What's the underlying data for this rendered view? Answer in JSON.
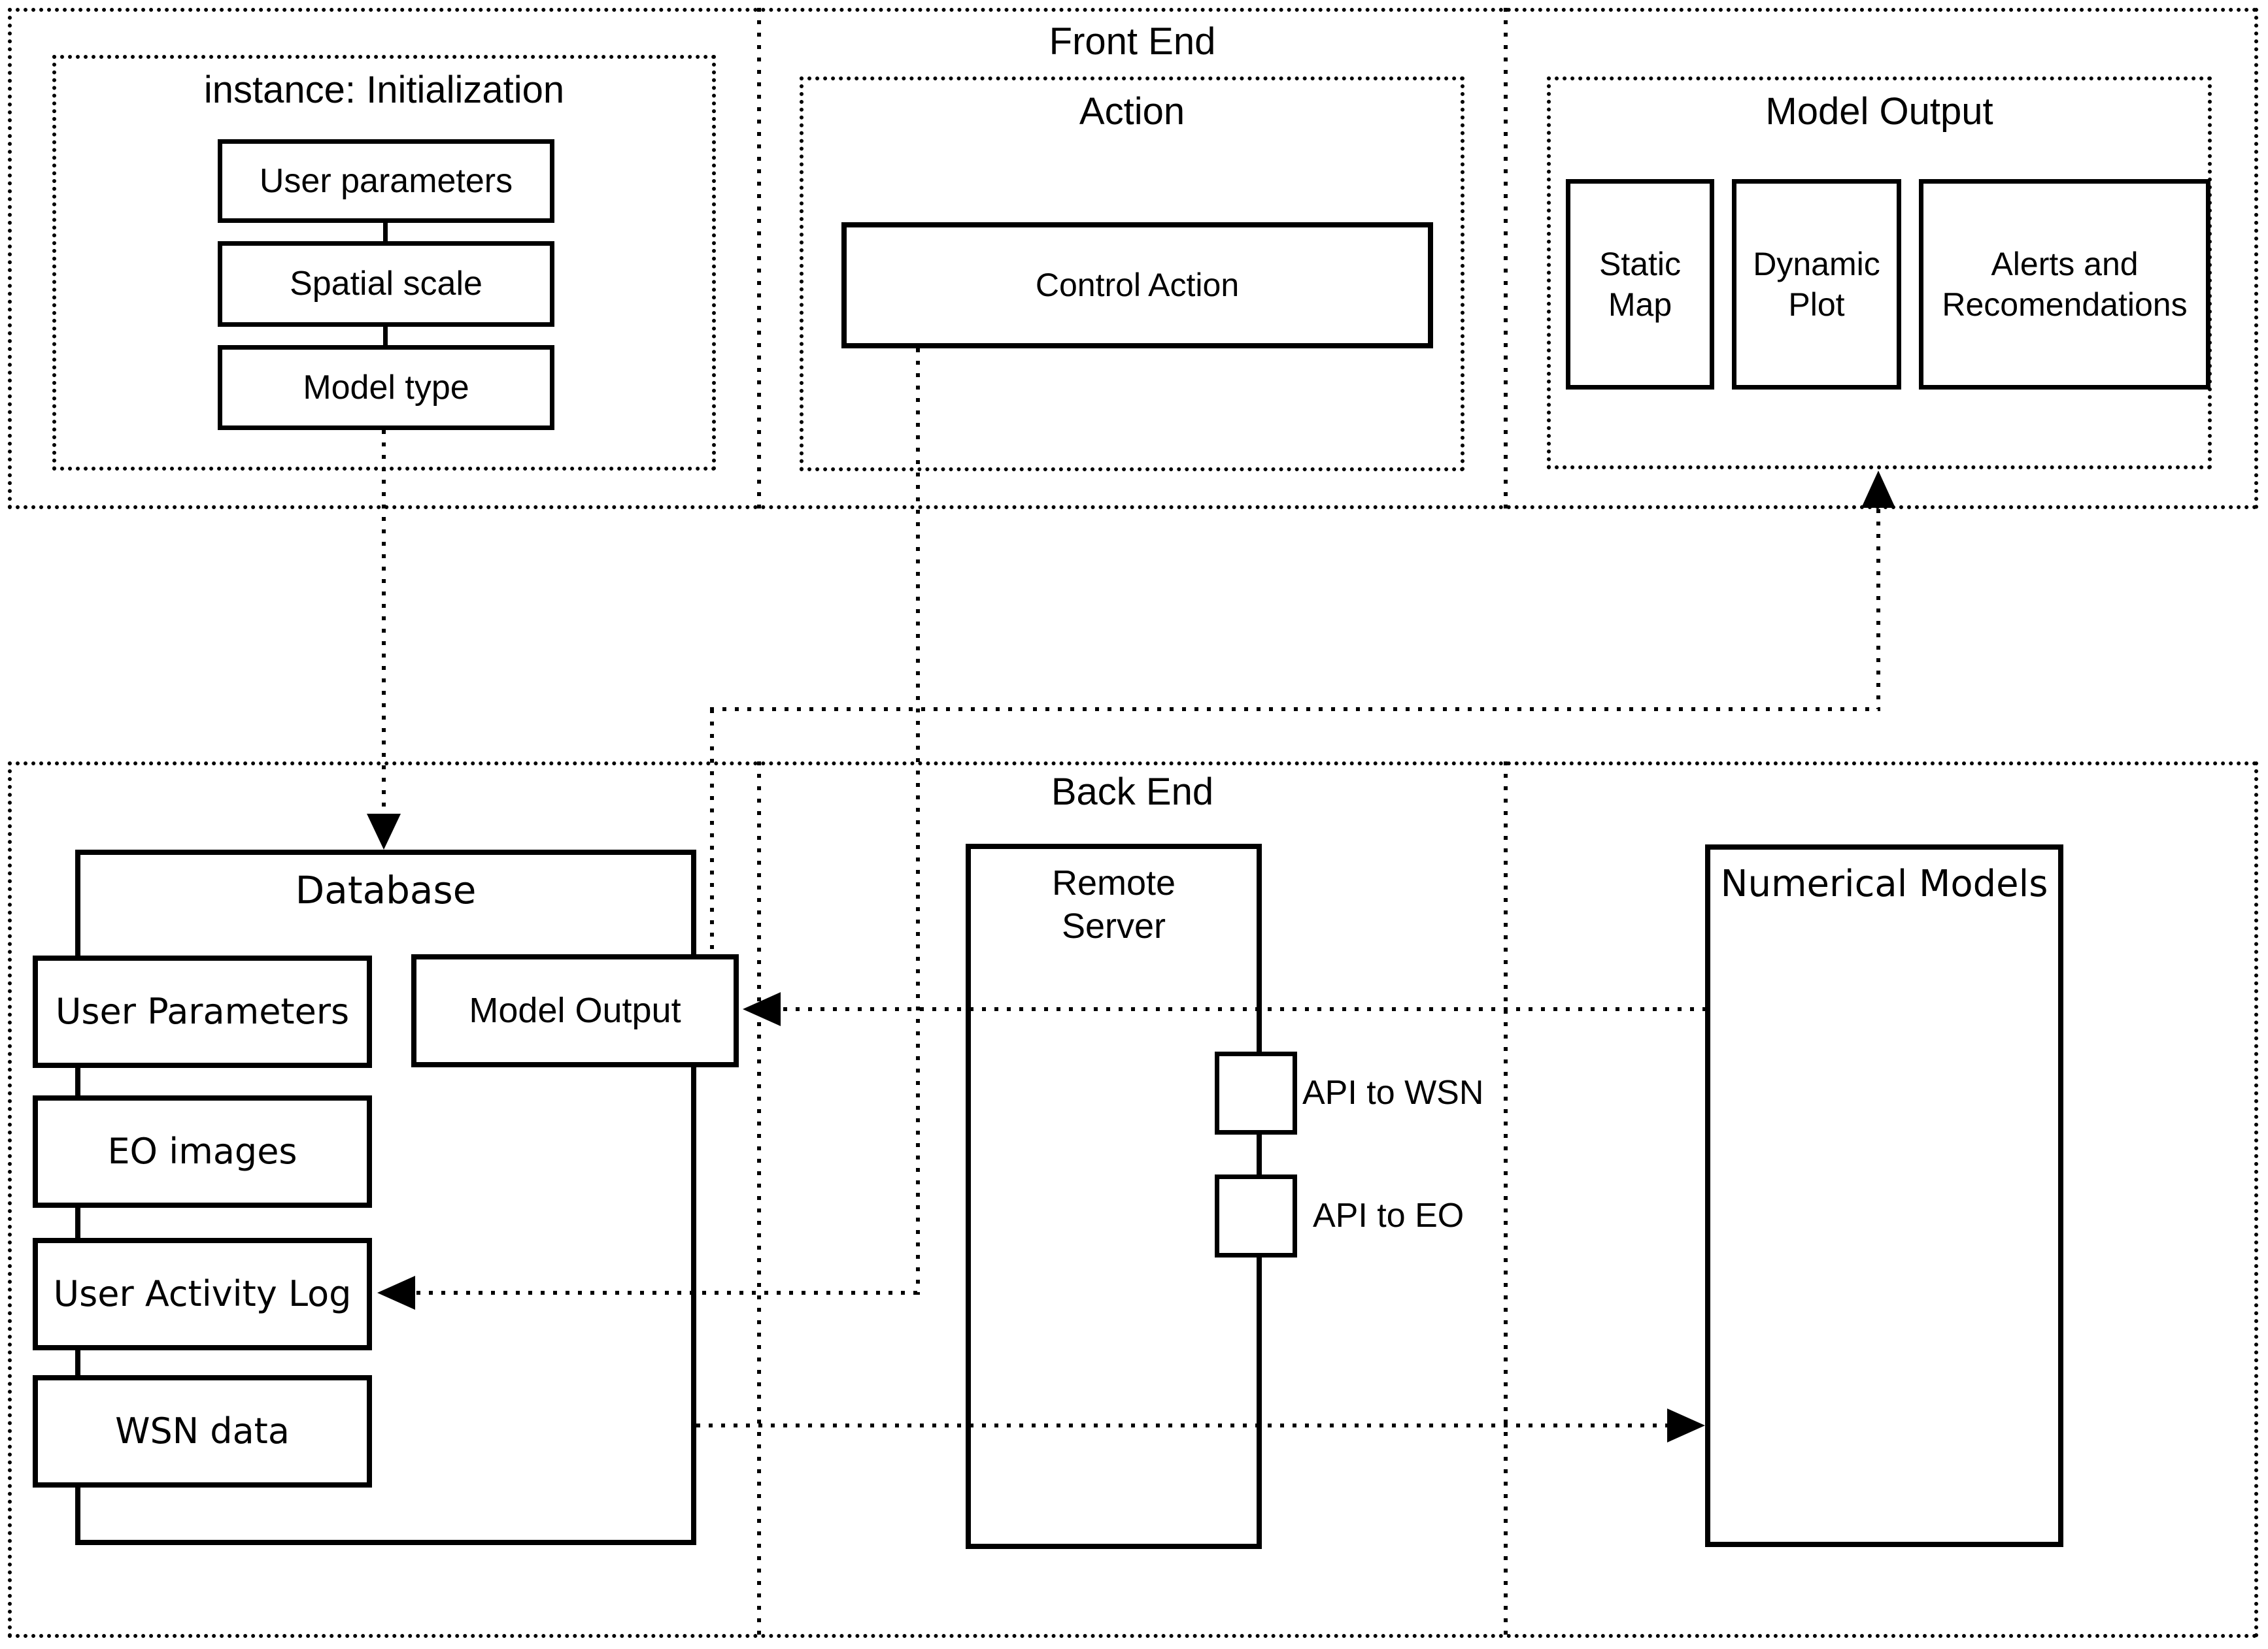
{
  "colors": {
    "stroke": "#000000",
    "background": "#ffffff"
  },
  "front_end": {
    "title": "Front End",
    "instance": {
      "title": "instance: Initialization",
      "boxes": [
        "User parameters",
        "Spatial scale",
        "Model type"
      ]
    },
    "action": {
      "title": "Action",
      "control_action": "Control Action"
    },
    "model_output": {
      "title": "Model Output",
      "boxes": [
        "Static Map",
        "Dynamic Plot",
        "Alerts and Recomendations"
      ]
    }
  },
  "back_end": {
    "title": "Back End",
    "database": {
      "title": "Database",
      "boxes": [
        "User Parameters",
        "EO images",
        "User Activity Log",
        "WSN data"
      ],
      "model_output_label": "Model Output"
    },
    "remote_server": {
      "title": "Remote Server",
      "api_to_wsn": "API to WSN",
      "api_to_eo": "API to EO"
    },
    "numerical_models": {
      "title": "Numerical Models"
    }
  }
}
